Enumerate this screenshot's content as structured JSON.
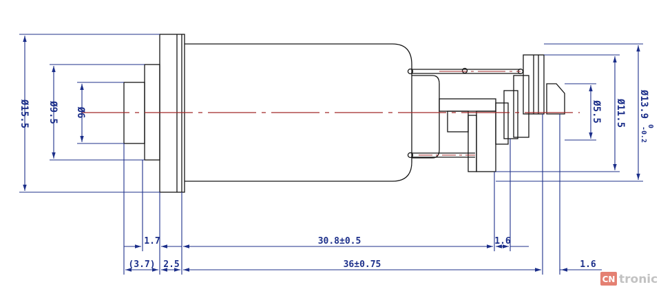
{
  "drawing": {
    "line_color": "#141414",
    "dim_color": "#1c2f8a",
    "center_line_color": "#a02828"
  },
  "dimensions": {
    "d15_5": "Ø15.5",
    "d9_5": "Ø9.5",
    "d6": "Ø6",
    "d5_5": "Ø5.5",
    "d11_5": "Ø11.5",
    "d13_9": "Ø13.9",
    "d13_9_tol_upper": "0",
    "d13_9_tol_lower": "-0.2",
    "len_1_7": "1.7",
    "len_30_8": "30.8±0.5",
    "len_1_6_top": "1.6",
    "len_3_7": "(3.7)",
    "len_2_5": "2.5",
    "len_36": "36±0.75",
    "len_1_6_bottom": "1.6"
  },
  "logo": {
    "badge": "CN",
    "text": "tronic"
  }
}
